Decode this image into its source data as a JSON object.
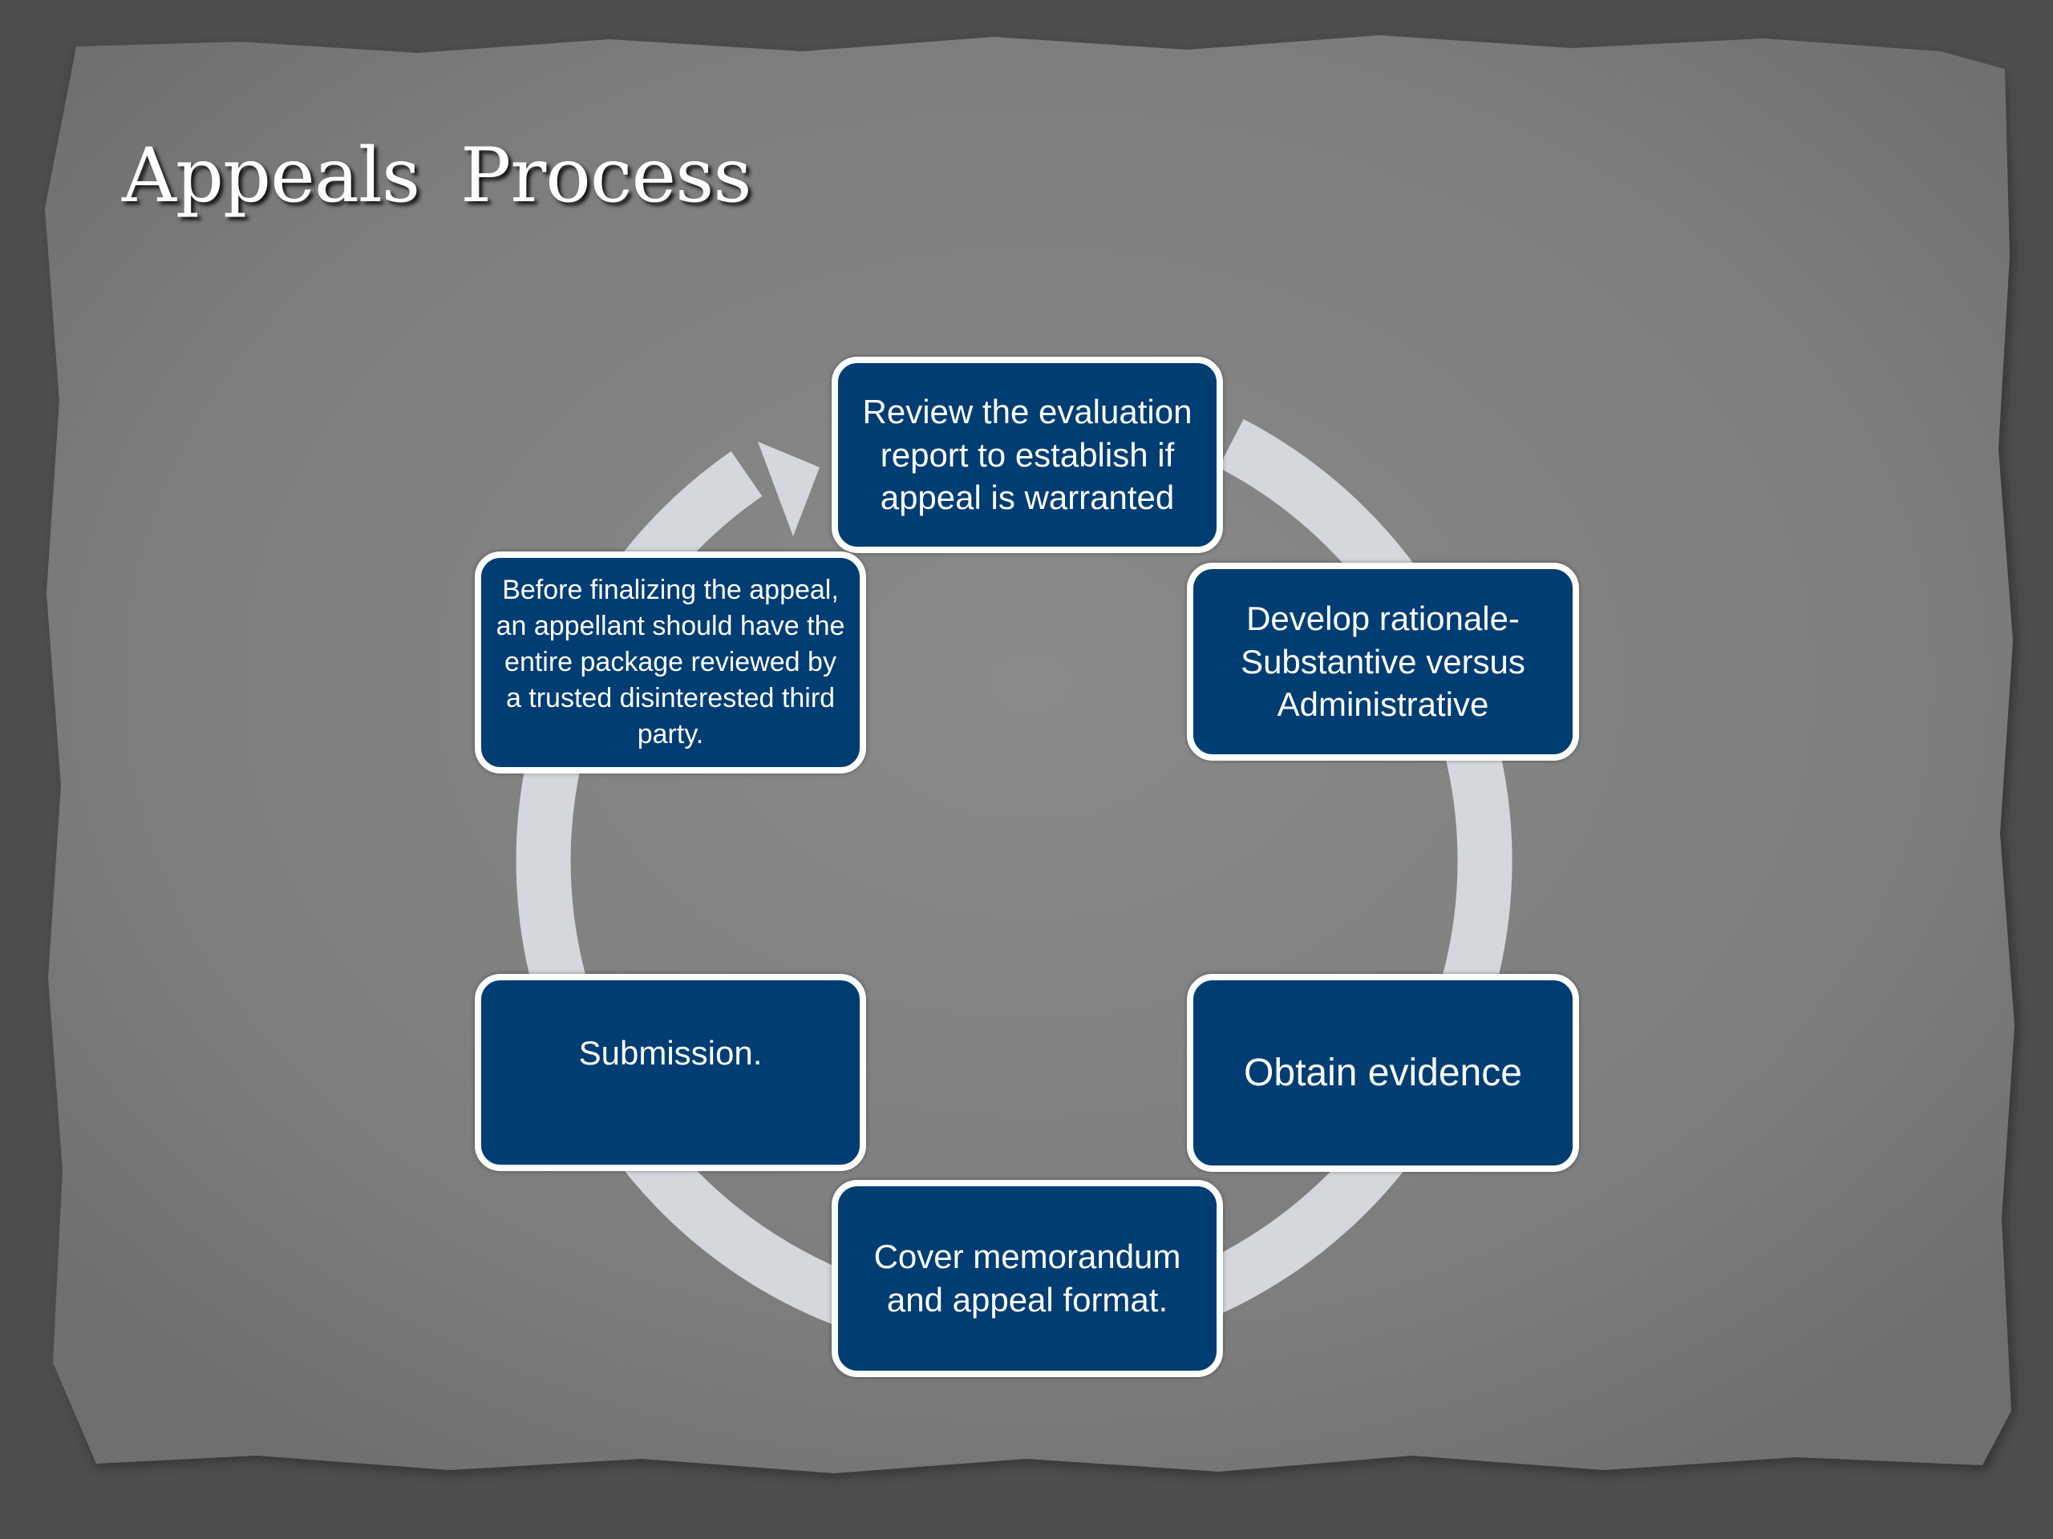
{
  "title": "Appeals  Process",
  "colors": {
    "frame": "#4d4d4d",
    "paper": "#7f7f7f",
    "step_fill": "#003d73",
    "step_border": "#ffffff",
    "cycle_arrow": "#d4d8dc",
    "text": "#ffffff"
  },
  "cycle": {
    "direction": "clockwise",
    "steps": [
      {
        "id": "review",
        "text": "Review the evaluation report to establish if appeal is warranted"
      },
      {
        "id": "rationale",
        "text": "Develop rationale- Substantive versus Administrative"
      },
      {
        "id": "evidence",
        "text": "Obtain evidence"
      },
      {
        "id": "cover",
        "text": "Cover memorandum and appeal format."
      },
      {
        "id": "submission",
        "text": "Submission."
      },
      {
        "id": "third-party",
        "text": "Before finalizing the appeal, an appellant should have the entire package reviewed by a trusted disinterested third party."
      }
    ]
  }
}
